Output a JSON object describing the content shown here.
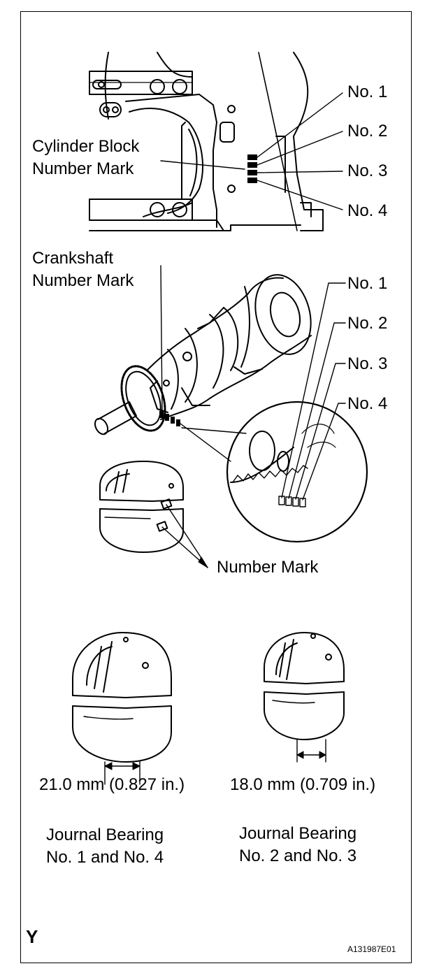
{
  "labels": {
    "block_no1": "No. 1",
    "block_no2": "No. 2",
    "block_no3": "No. 3",
    "block_no4": "No. 4",
    "cylinder_block_line1": "Cylinder Block",
    "cylinder_block_line2": "Number Mark",
    "crankshaft_line1": "Crankshaft",
    "crankshaft_line2": "Number Mark",
    "crank_no1": "No. 1",
    "crank_no2": "No. 2",
    "crank_no3": "No. 3",
    "crank_no4": "No. 4",
    "number_mark": "Number Mark",
    "width_left": "21.0 mm (0.827 in.)",
    "width_right": "18.0 mm (0.709 in.)",
    "journal_left_line1": "Journal Bearing",
    "journal_left_line2": "No. 1 and No. 4",
    "journal_right_line1": "Journal Bearing",
    "journal_right_line2": "No. 2 and No. 3",
    "corner_letter": "Y",
    "figure_code": "A131987E01"
  }
}
